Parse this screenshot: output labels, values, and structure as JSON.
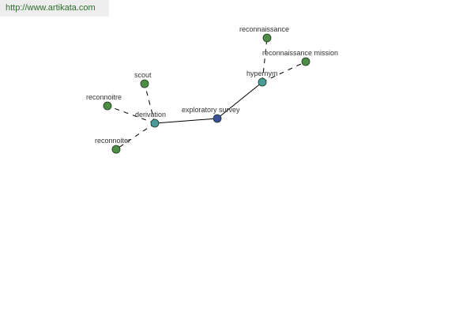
{
  "banner": {
    "url_text": "http://www.artikata.com"
  },
  "graph": {
    "colors": {
      "center": "#3b4f9a",
      "relation": "#4a9a9a",
      "term": "#4c8c44"
    },
    "nodes": [
      {
        "id": "exploratory-survey",
        "label": "exploratory survey",
        "kind": "center"
      },
      {
        "id": "hypernym",
        "label": "hypernym",
        "kind": "relation"
      },
      {
        "id": "derivation",
        "label": "derivation",
        "kind": "relation"
      },
      {
        "id": "reconnaissance",
        "label": "reconnaissance",
        "kind": "term"
      },
      {
        "id": "reconnaissance-mission",
        "label": "reconnaissance mission",
        "kind": "term"
      },
      {
        "id": "scout",
        "label": "scout",
        "kind": "term"
      },
      {
        "id": "reconnoitre",
        "label": "reconnoitre",
        "kind": "term"
      },
      {
        "id": "reconnoiter",
        "label": "reconnoiter",
        "kind": "term"
      }
    ],
    "edges": [
      {
        "from": "exploratory-survey",
        "to": "hypernym",
        "style": "solid"
      },
      {
        "from": "exploratory-survey",
        "to": "derivation",
        "style": "solid"
      },
      {
        "from": "hypernym",
        "to": "reconnaissance",
        "style": "dashed"
      },
      {
        "from": "hypernym",
        "to": "reconnaissance-mission",
        "style": "dashed"
      },
      {
        "from": "derivation",
        "to": "scout",
        "style": "dashed"
      },
      {
        "from": "derivation",
        "to": "reconnoitre",
        "style": "dashed"
      },
      {
        "from": "derivation",
        "to": "reconnoiter",
        "style": "dashed"
      }
    ]
  }
}
